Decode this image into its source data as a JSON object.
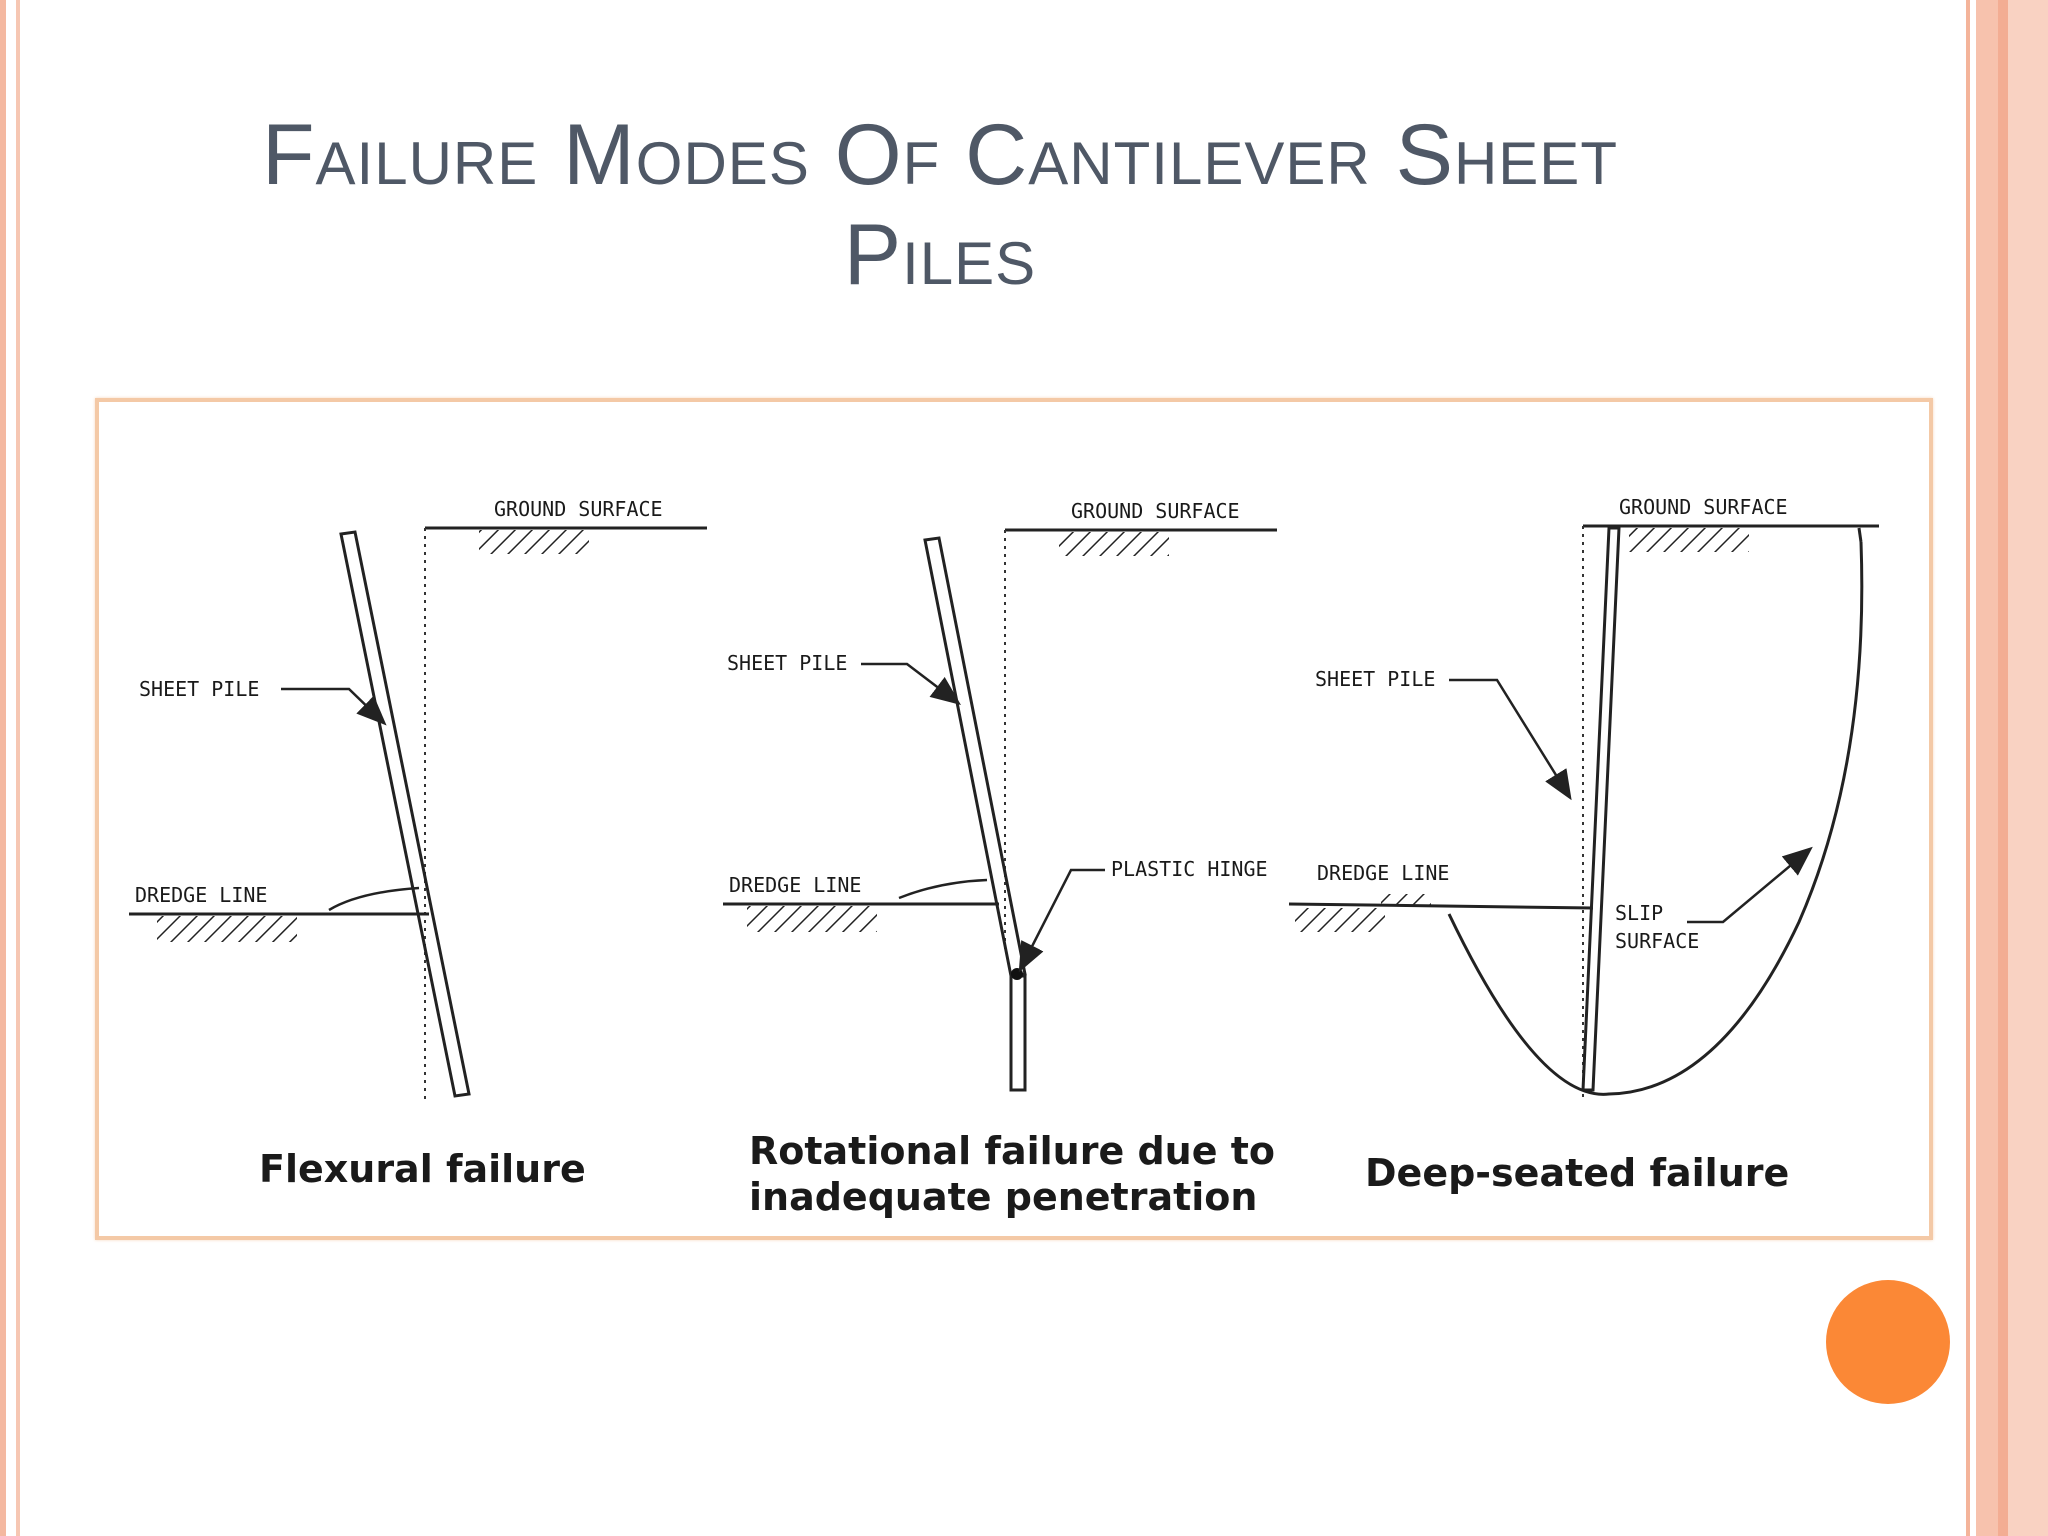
{
  "slide": {
    "title": "Failure Modes Of Cantilever Sheet Piles"
  },
  "labels": {
    "ground_surface": "GROUND SURFACE",
    "sheet_pile": "SHEET PILE",
    "dredge_line": "DREDGE LINE",
    "plastic_hinge": "PLASTIC HINGE",
    "slip": "SLIP",
    "surface": "SURFACE"
  },
  "captions": {
    "flexural": "Flexural failure",
    "rotational_line1": "Rotational failure due to",
    "rotational_line2": "inadequate penetration",
    "deep_seated": "Deep-seated failure"
  },
  "colors": {
    "title": "#4f5866",
    "accent_dot": "#fb8836",
    "frame": "#f4c9a6",
    "border": "#f4b49a"
  }
}
